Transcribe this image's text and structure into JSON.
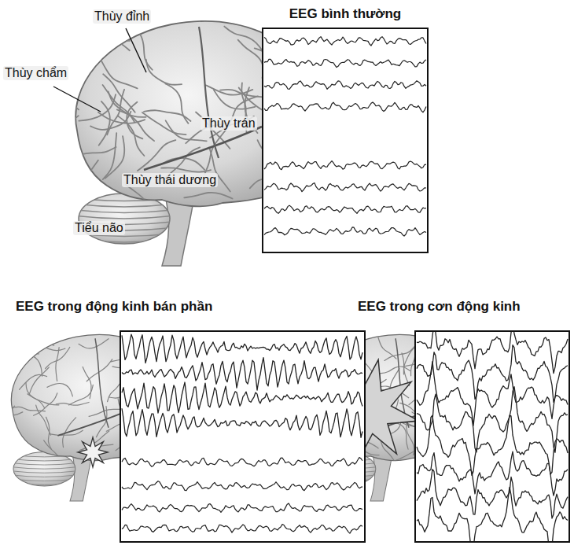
{
  "diagram": {
    "nodes": [
      {
        "text": [
          "EEG bình thường"
        ]
      },
      {
        "text": [
          "EEG trong động kinh bán phần"
        ]
      },
      {
        "text": [
          "EEG trong cơn động kinh"
        ]
      }
    ],
    "labels": [
      "Thùy đỉnh",
      "Thùy chẩm",
      "Thùy trán",
      "Thùy thái dương",
      "Tiểu não"
    ]
  }
}
